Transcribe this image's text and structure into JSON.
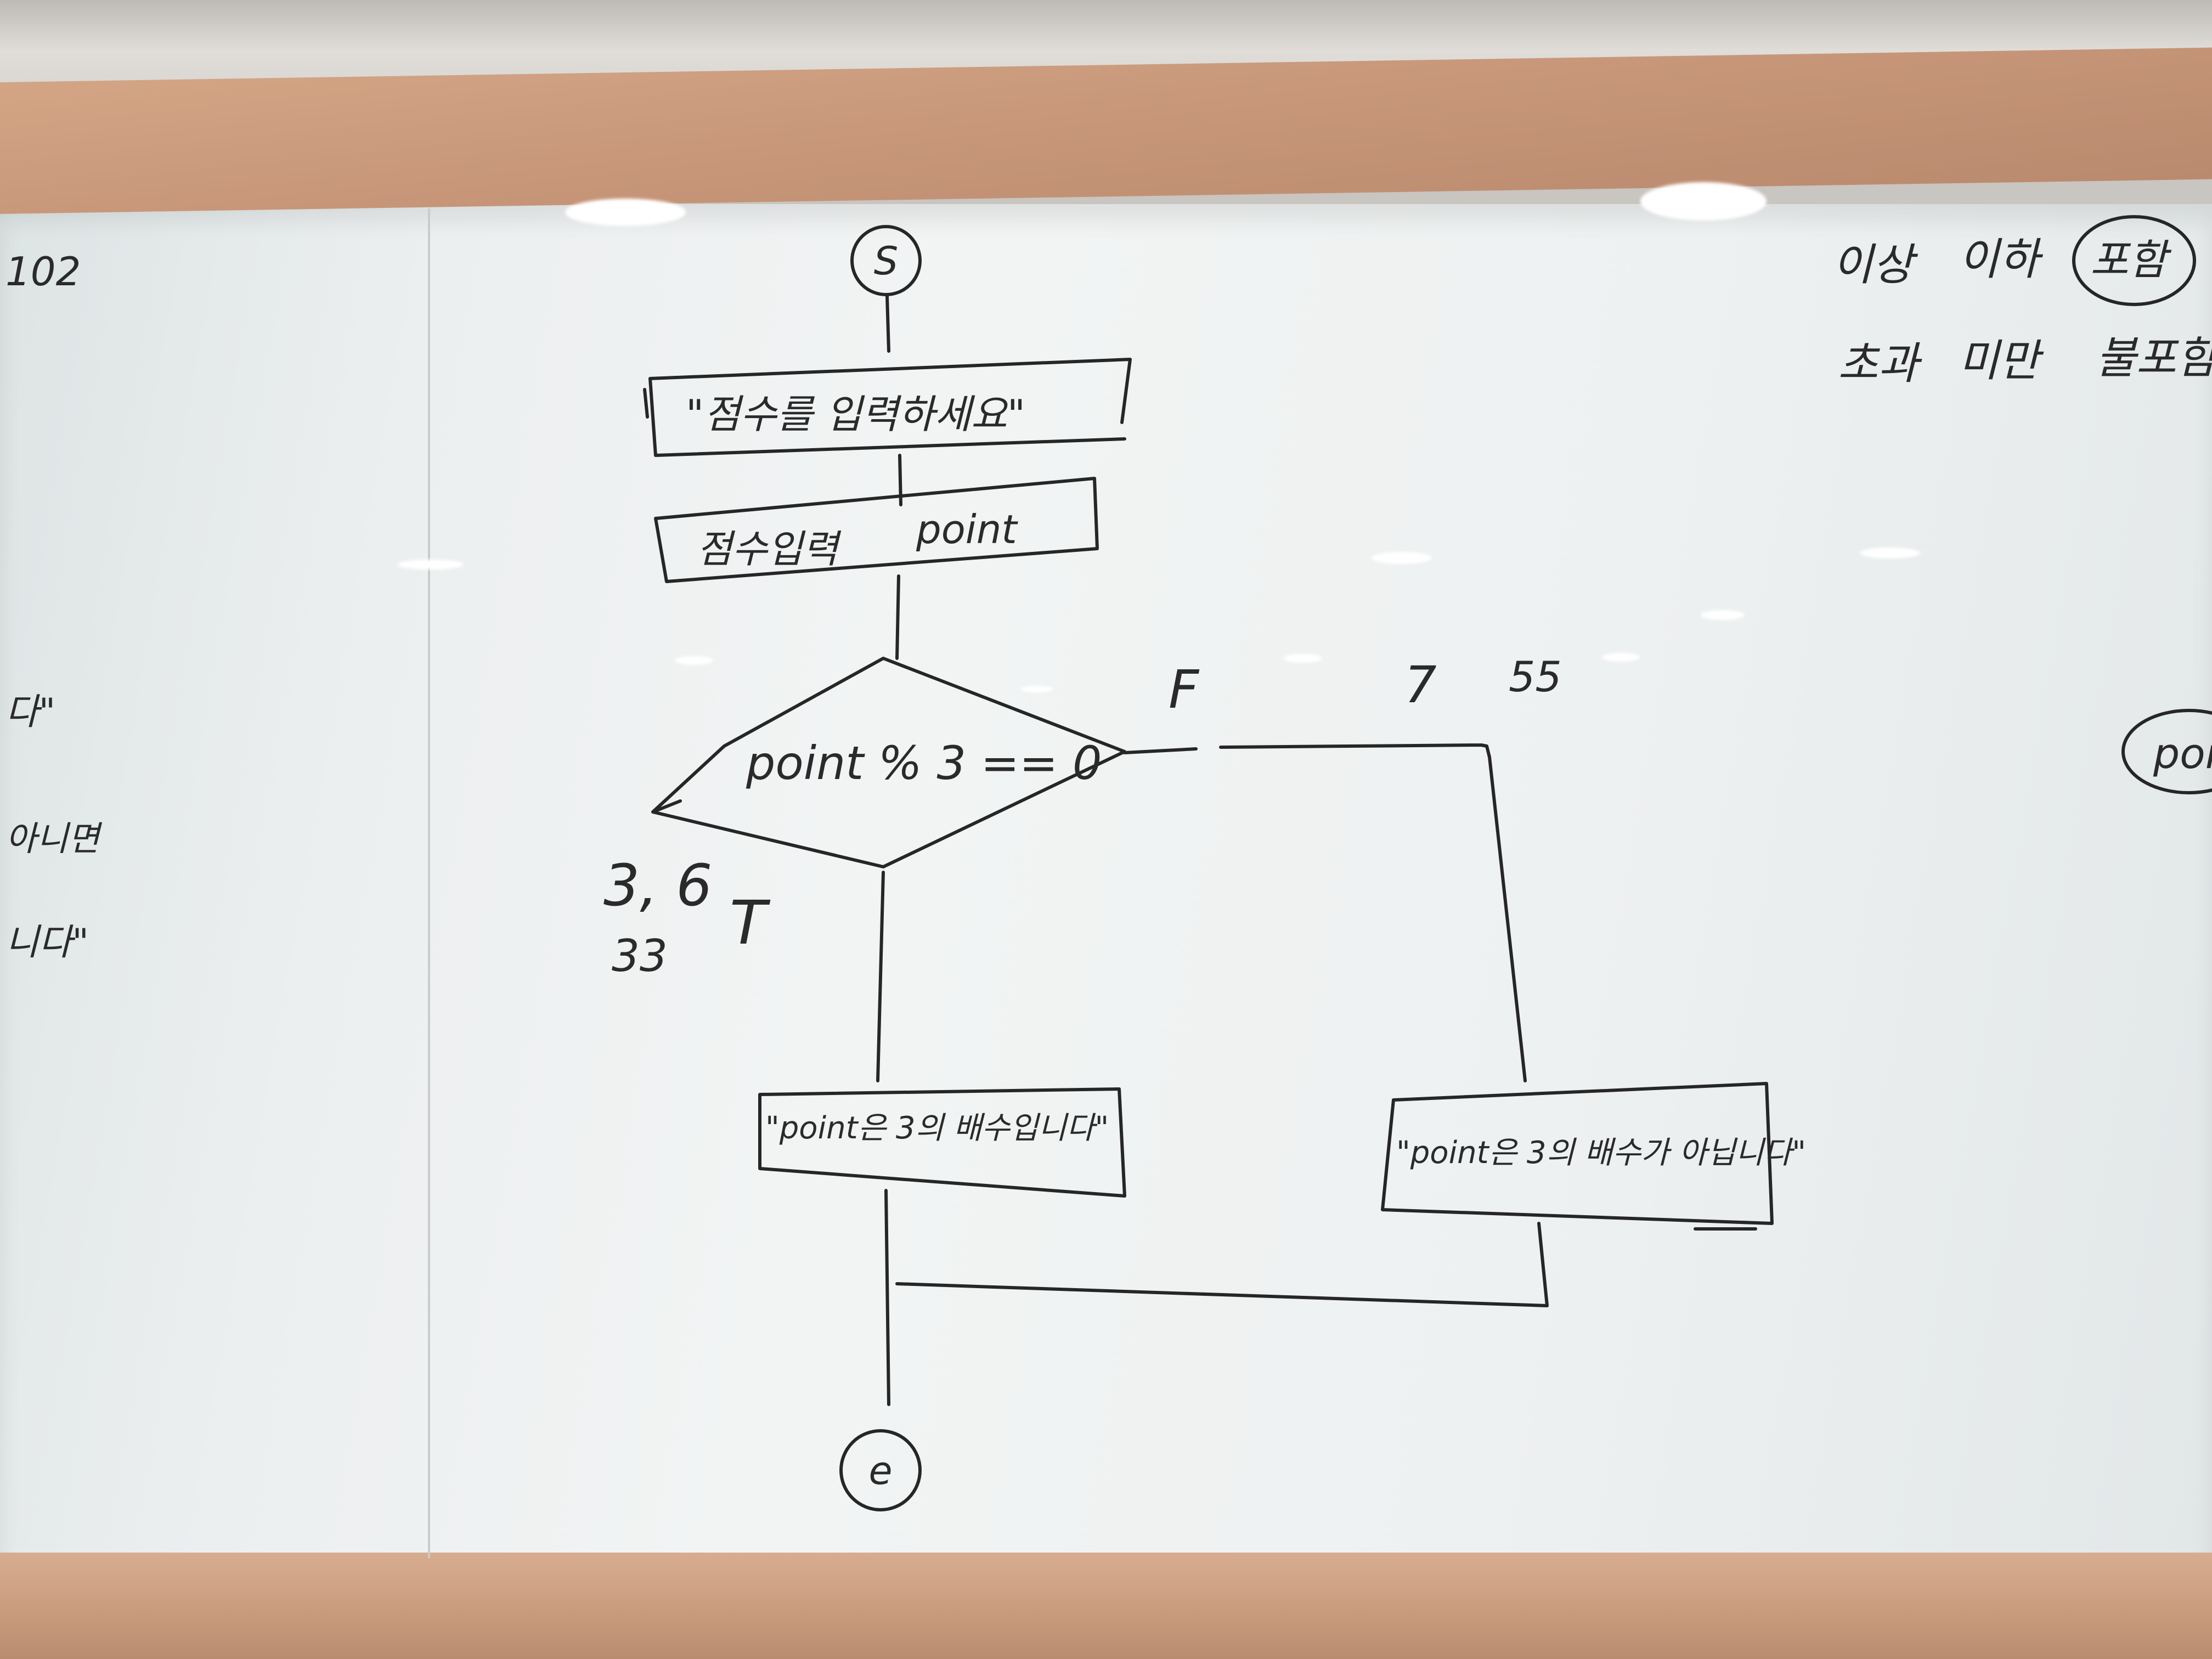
{
  "board": {
    "start_label": "S",
    "end_label": "e",
    "prompt_box": "\"점수를 입력하세요\"",
    "input_box": {
      "label": "점수입력",
      "variable": "point"
    },
    "decision": "point % 3 == 0",
    "false_branch_label": "F",
    "true_branch_label": "T",
    "false_examples": [
      "7",
      "55"
    ],
    "true_examples": [
      "3, 6",
      "33"
    ],
    "true_output": "\"point은 3의 배수입니다\"",
    "false_output": "\"point은 3의 배수가 아닙니다\""
  },
  "left_panel": {
    "lines": [
      "102",
      "다\"",
      "아니면",
      "니다\""
    ]
  },
  "right_notes": {
    "row1": [
      "이상",
      "이하",
      "포함"
    ],
    "row2": [
      "초과",
      "미만",
      "불포함"
    ],
    "fragment": "poi"
  },
  "colors": {
    "ink": "#262626",
    "board": "#eef1f1",
    "frame_wood": "#c8977a"
  }
}
